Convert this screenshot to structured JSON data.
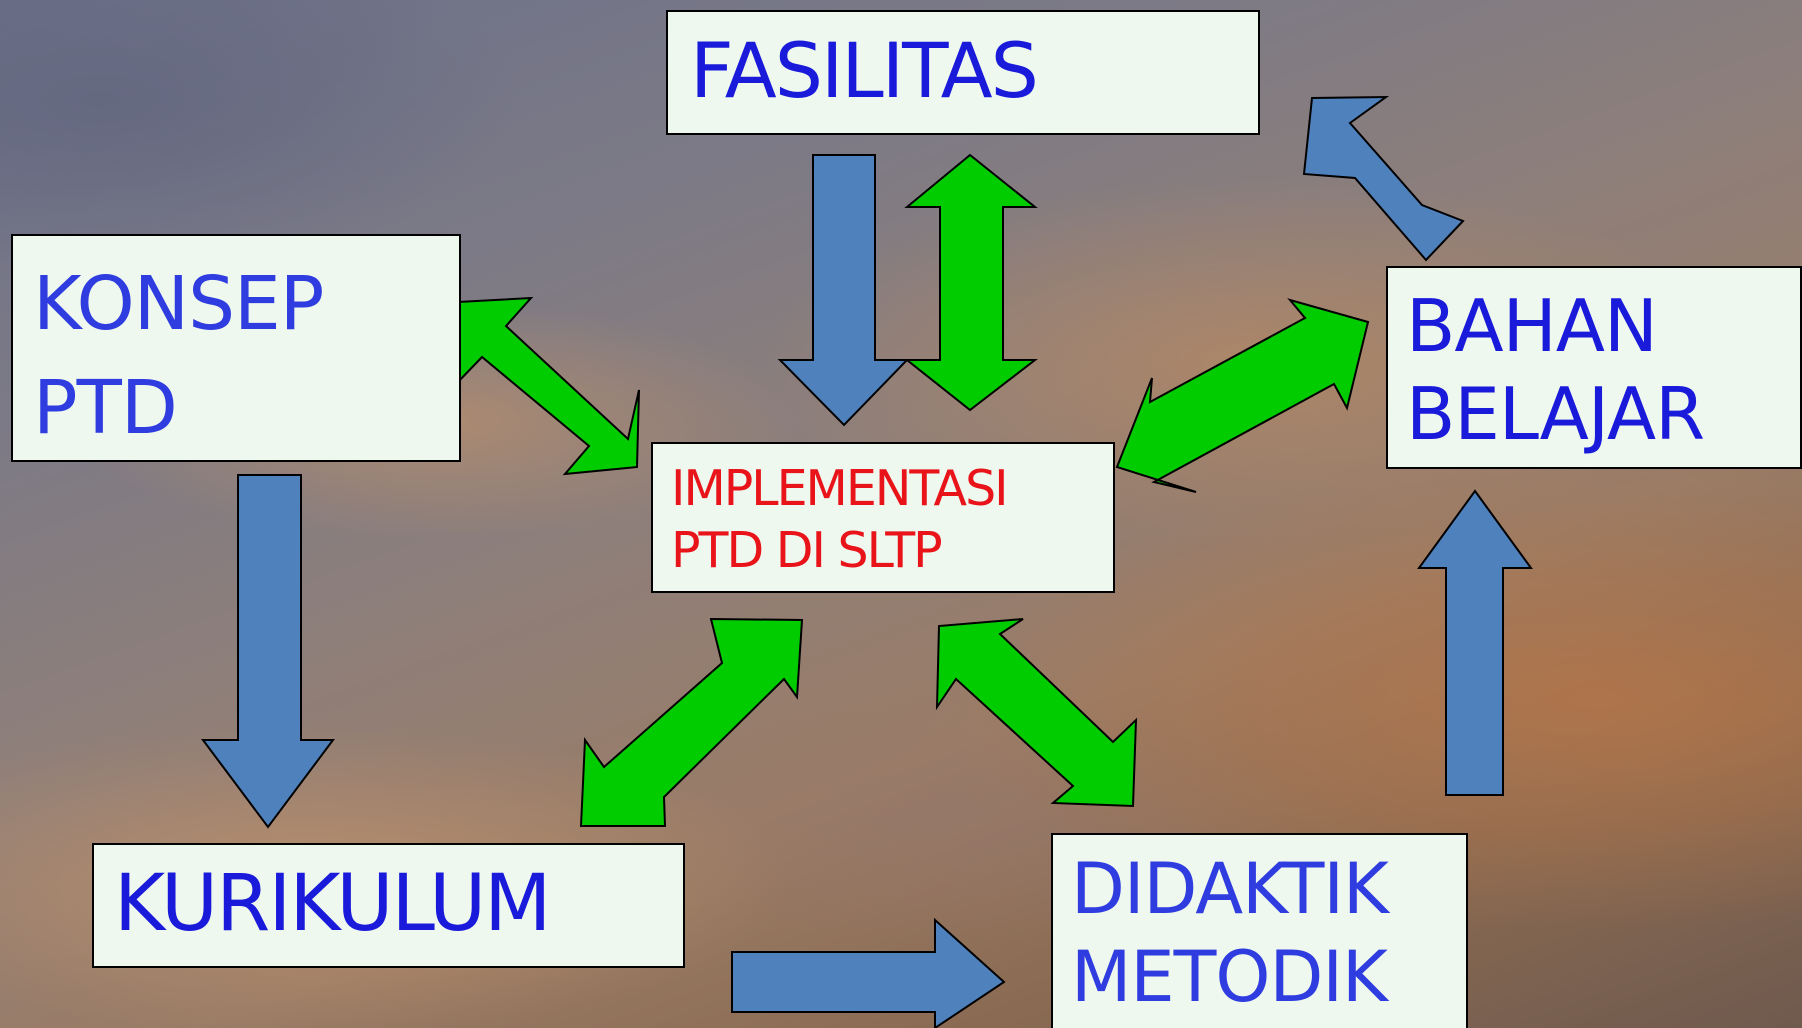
{
  "diagram": {
    "nodes": {
      "fasilitas": {
        "label": "FASILITAS",
        "color": "#1a1adb"
      },
      "konsep": {
        "label": "KONSEP\nPTD",
        "color": "#2f3ce0"
      },
      "implementasi": {
        "label": "IMPLEMENTASI\nPTD DI SLTP",
        "color": "#e8141a"
      },
      "bahan": {
        "label": "BAHAN\nBELAJAR",
        "color": "#1a1adb"
      },
      "kurikulum": {
        "label": "KURIKULUM",
        "color": "#1a1adb"
      },
      "didaktik": {
        "label": "DIDAKTIK\nMETODIK",
        "color": "#2f3ce0"
      }
    },
    "arrow_colors": {
      "blue": "#4f81bd",
      "green": "#00cc00",
      "outline": "#000000"
    },
    "box_fill": "#eef8ee",
    "edges": [
      {
        "from": "fasilitas",
        "to": "implementasi",
        "style": "one-way",
        "color": "blue"
      },
      {
        "from": "fasilitas",
        "to": "implementasi",
        "style": "two-way",
        "color": "green"
      },
      {
        "from": "konsep",
        "to": "implementasi",
        "style": "two-way",
        "color": "green"
      },
      {
        "from": "bahan",
        "to": "implementasi",
        "style": "two-way",
        "color": "green"
      },
      {
        "from": "kurikulum",
        "to": "implementasi",
        "style": "two-way",
        "color": "green"
      },
      {
        "from": "didaktik",
        "to": "implementasi",
        "style": "two-way",
        "color": "green"
      },
      {
        "from": "konsep",
        "to": "kurikulum",
        "style": "one-way",
        "color": "blue"
      },
      {
        "from": "kurikulum",
        "to": "didaktik",
        "style": "one-way",
        "color": "blue"
      },
      {
        "from": "didaktik",
        "to": "bahan",
        "style": "one-way",
        "color": "blue"
      },
      {
        "from": "bahan",
        "to": "fasilitas",
        "style": "one-way",
        "color": "blue"
      }
    ]
  }
}
